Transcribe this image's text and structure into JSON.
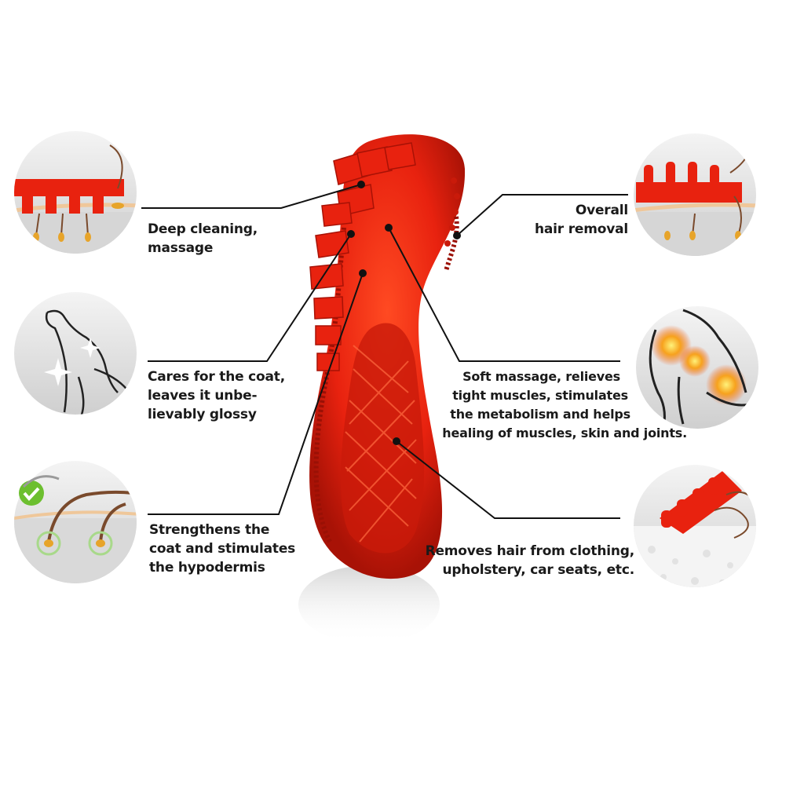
{
  "colors": {
    "brush_red": "#e8220f",
    "brush_dark_red": "#b11508",
    "circle_grey": "#dcdcdc",
    "leader_line": "#111111",
    "hair_brown": "#7a4a2c",
    "follicle_gold": "#e7a42a",
    "check_green": "#6cbf2f",
    "heat_orange": "#f59a1e"
  },
  "icons": {
    "deep_cleaning": "brush-on-skin-icon",
    "hair_removal": "brush-lifting-hair-icon",
    "glossy_coat": "sparkling-dog-icon",
    "massage": "dog-muscle-heat-icon",
    "strengthens": "hair-follicle-check-icon",
    "clothing": "brush-on-fabric-icon"
  },
  "callouts": {
    "deep_cleaning": [
      "Deep cleaning,",
      "massage"
    ],
    "hair_removal": [
      "Overall",
      "hair removal"
    ],
    "glossy_coat": [
      "Cares for the coat,",
      "leaves it unbe-",
      "lievably glossy"
    ],
    "massage": [
      "Soft massage, relieves",
      "tight muscles, stimulates",
      "the metabolism and helps",
      "healing of muscles, skin and joints."
    ],
    "strengthens": [
      "Strengthens the",
      "coat and stimulates",
      "the hypodermis"
    ],
    "clothing": [
      "Removes hair from clothing,",
      "upholstery, car seats, etc."
    ]
  }
}
